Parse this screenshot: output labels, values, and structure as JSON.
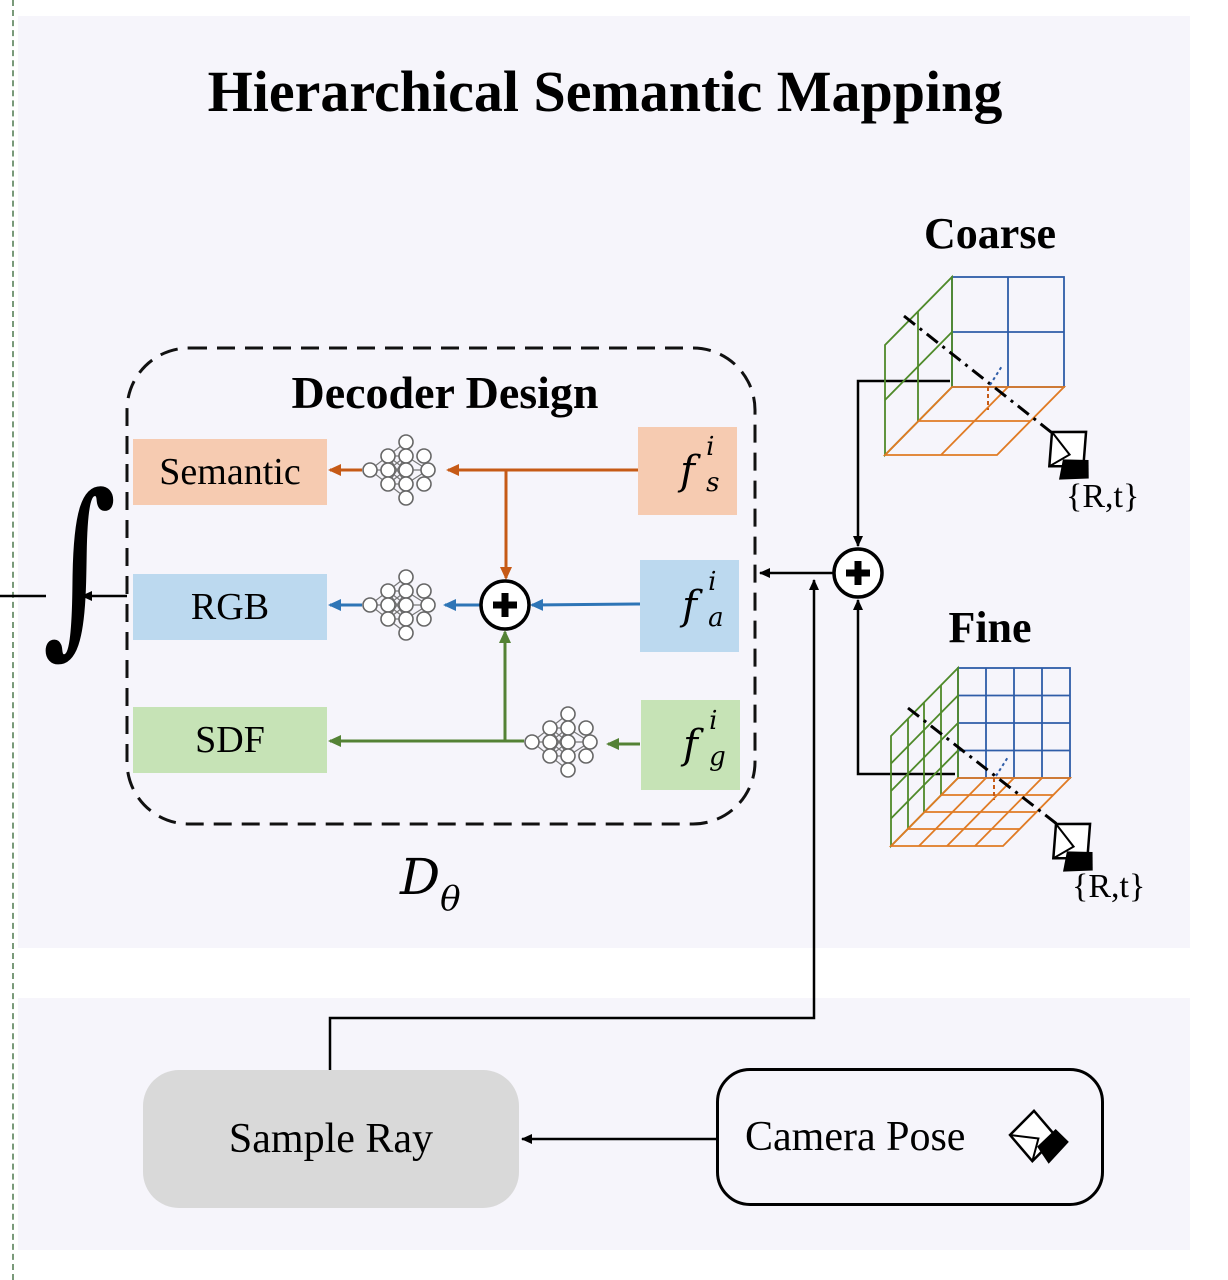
{
  "title": "Hierarchical Semantic Mapping",
  "decoder": {
    "title": "Decoder Design",
    "symbol": "D",
    "symbol_sub": "θ",
    "outputs": [
      "Semantic",
      "RGB",
      "SDF"
    ],
    "features": [
      {
        "base": "f",
        "sup": "i",
        "sub": "s"
      },
      {
        "base": "f",
        "sup": "i",
        "sub": "a"
      },
      {
        "base": "f",
        "sup": "i",
        "sub": "g"
      }
    ]
  },
  "grids": {
    "coarse_label": "Coarse",
    "fine_label": "Fine",
    "pose_label": "{R,t}"
  },
  "integral_symbol": "∫",
  "bottom": {
    "sample_ray": "Sample Ray",
    "camera_pose": "Camera Pose"
  },
  "colors": {
    "panel_bg": "#f6f5fb",
    "semantic": "#f6cbb1",
    "rgb": "#bcd9ef",
    "sdf": "#c6e3b6",
    "sample_ray_bg": "#d9d9d9",
    "orange_arrow": "#c65a16",
    "blue_arrow": "#2e75b6",
    "green_arrow": "#548235",
    "grid_green": "#4f8a2a",
    "grid_blue": "#2f5da8",
    "grid_orange": "#e07b24"
  }
}
